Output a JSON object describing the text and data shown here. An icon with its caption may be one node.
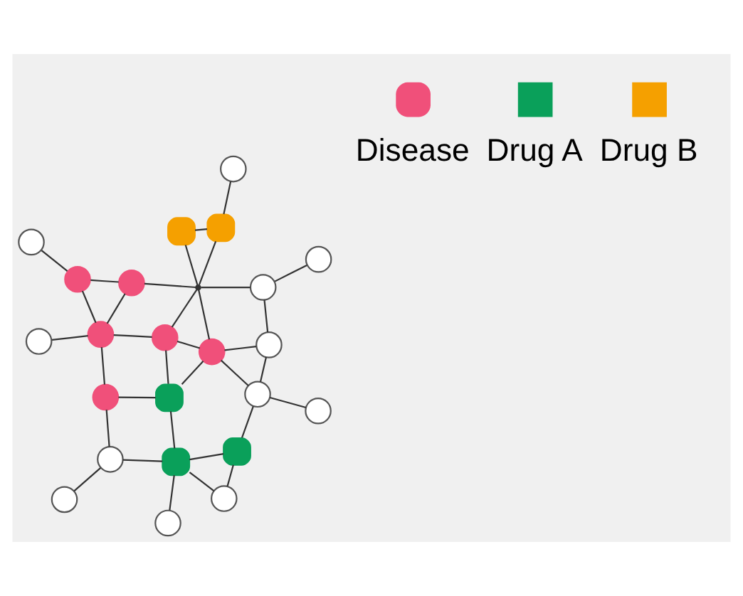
{
  "diagram": {
    "nodes": [
      {
        "text": [],
        "shape": "circle"
      },
      {
        "text": [],
        "shape": "circle"
      },
      {
        "text": [],
        "shape": "circle"
      },
      {
        "text": [],
        "shape": "circle"
      },
      {
        "text": [],
        "shape": "circle"
      },
      {
        "text": [],
        "shape": "circle"
      },
      {
        "text": [],
        "shape": "circle"
      },
      {
        "text": [],
        "shape": "circle"
      },
      {
        "text": [],
        "shape": "circle"
      },
      {
        "text": [],
        "shape": "circle"
      },
      {
        "text": [],
        "shape": "box"
      },
      {
        "text": [],
        "shape": "circle"
      },
      {
        "text": [],
        "shape": "box"
      },
      {
        "text": [],
        "shape": "box"
      },
      {
        "text": [],
        "shape": "point"
      },
      {
        "text": [],
        "shape": "box"
      },
      {
        "text": [],
        "shape": "circle"
      },
      {
        "text": [],
        "shape": "circle"
      },
      {
        "text": [],
        "shape": "box"
      },
      {
        "text": [],
        "shape": "circle"
      },
      {
        "text": [],
        "shape": "circle"
      },
      {
        "text": [],
        "shape": "circle"
      },
      {
        "text": [],
        "shape": "circle"
      },
      {
        "text": [],
        "shape": "circle"
      }
    ],
    "edges": [
      {
        "from": 0,
        "to": 4,
        "arrow": "none"
      },
      {
        "from": 4,
        "to": 1,
        "arrow": "none"
      },
      {
        "from": 1,
        "to": 3,
        "arrow": "none"
      },
      {
        "from": 4,
        "to": 5,
        "arrow": "none"
      },
      {
        "from": 4,
        "to": 9,
        "arrow": "none"
      },
      {
        "from": 4,
        "to": 8,
        "arrow": "none"
      },
      {
        "from": 1,
        "to": 8,
        "arrow": "none"
      },
      {
        "from": 2,
        "to": 6,
        "arrow": "none"
      },
      {
        "from": 6,
        "to": 5,
        "arrow": "none"
      },
      {
        "from": 6,
        "to": 12,
        "arrow": "none"
      },
      {
        "from": 5,
        "to": 10,
        "arrow": "none"
      },
      {
        "from": 10,
        "to": 9,
        "arrow": "none"
      },
      {
        "from": 12,
        "to": 10,
        "arrow": "none"
      },
      {
        "from": 11,
        "to": 12,
        "arrow": "none"
      },
      {
        "from": 12,
        "to": 16,
        "arrow": "none"
      },
      {
        "from": 12,
        "to": 15,
        "arrow": "none"
      },
      {
        "from": 16,
        "to": 15,
        "arrow": "none"
      },
      {
        "from": 15,
        "to": 19,
        "arrow": "none"
      },
      {
        "from": 10,
        "to": 17,
        "arrow": "none"
      },
      {
        "from": 9,
        "to": 17,
        "arrow": "none"
      },
      {
        "from": 9,
        "to": 14,
        "arrow": "none"
      },
      {
        "from": 8,
        "to": 14,
        "arrow": "none"
      },
      {
        "from": 17,
        "to": 14,
        "arrow": "none"
      },
      {
        "from": 14,
        "to": 13,
        "arrow": "none"
      },
      {
        "from": 14,
        "to": 18,
        "arrow": "none"
      },
      {
        "from": 13,
        "to": 18,
        "arrow": "none"
      },
      {
        "from": 7,
        "to": 13,
        "arrow": "none"
      },
      {
        "from": 14,
        "to": 20,
        "arrow": "none"
      },
      {
        "from": 19,
        "to": 17,
        "arrow": "none"
      },
      {
        "from": 19,
        "to": 23,
        "arrow": "none"
      },
      {
        "from": 19,
        "to": 21,
        "arrow": "none"
      },
      {
        "from": 17,
        "to": 21,
        "arrow": "none"
      },
      {
        "from": 21,
        "to": 20,
        "arrow": "none"
      },
      {
        "from": 20,
        "to": 22,
        "arrow": "none"
      }
    ],
    "legend": [
      {
        "text": "Disease",
        "color": "#f0507a"
      },
      {
        "text": "Drug A",
        "color": "#0aa05a"
      },
      {
        "text": "Drug B",
        "color": "#f5a000"
      }
    ]
  }
}
